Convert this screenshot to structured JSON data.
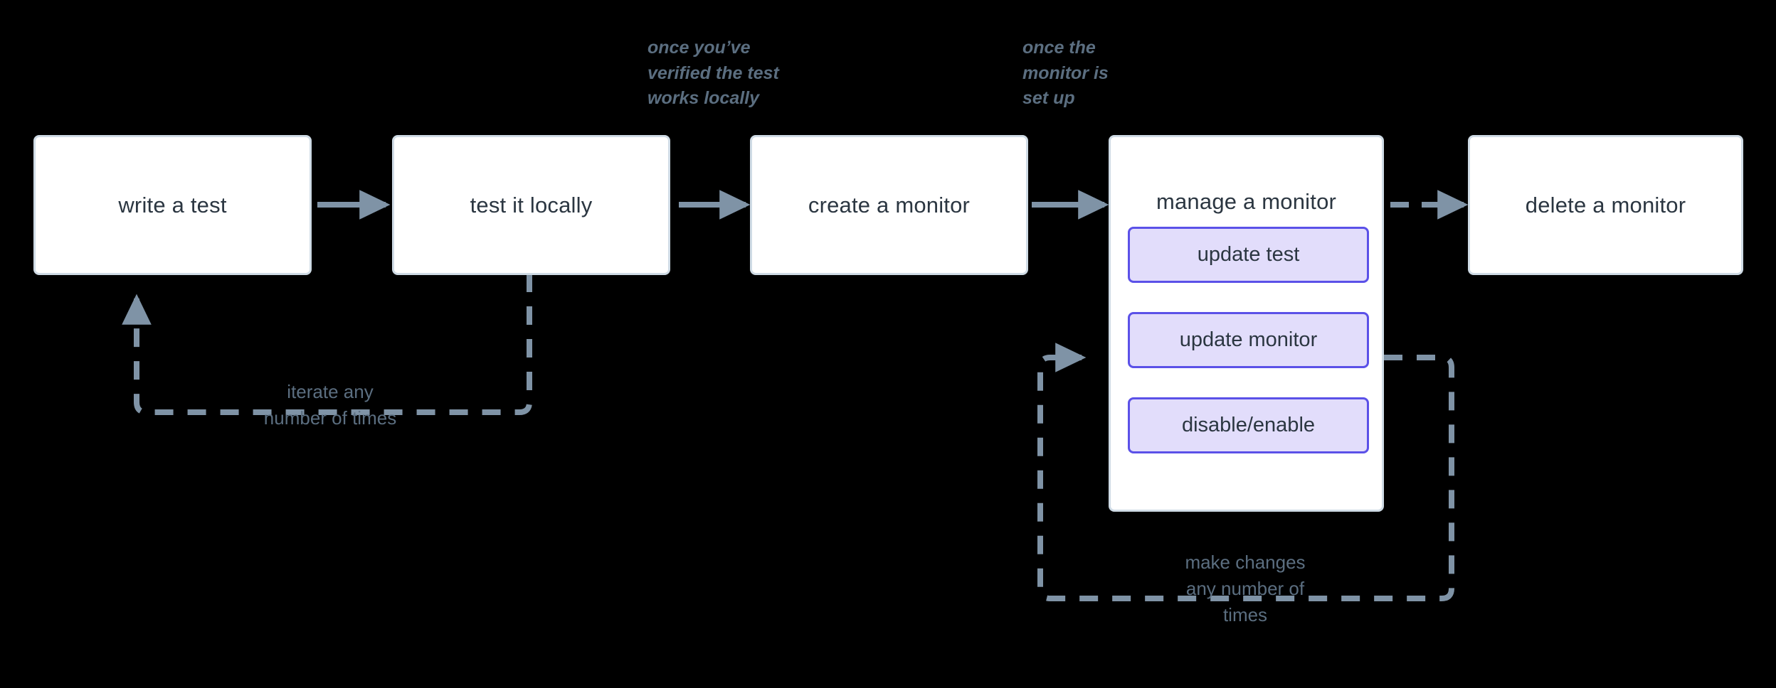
{
  "diagram": {
    "title": "monitor lifecycle flow",
    "colors": {
      "background": "#000000",
      "node_fill": "#ffffff",
      "node_border": "#cfdbe5",
      "node_text": "#2b3641",
      "subnode_fill": "#e2ddfb",
      "subnode_border": "#5b51e8",
      "connector": "#7f93a6",
      "annotation_text": "#5b6e80"
    },
    "nodes": [
      {
        "id": "write-a-test",
        "label": "write a test"
      },
      {
        "id": "test-it-locally",
        "label": "test it locally"
      },
      {
        "id": "create-a-monitor",
        "label": "create a monitor"
      },
      {
        "id": "manage-a-monitor",
        "label": "manage a monitor"
      },
      {
        "id": "delete-a-monitor",
        "label": "delete a monitor"
      }
    ],
    "subnodes": [
      {
        "id": "update-test",
        "label": "update test"
      },
      {
        "id": "update-monitor",
        "label": "update monitor"
      },
      {
        "id": "disable-enable",
        "label": "disable/enable"
      }
    ],
    "annotations": [
      {
        "id": "once-verified",
        "text": "once you’ve\nverified the test\nworks locally",
        "style": "italic"
      },
      {
        "id": "once-set-up",
        "text": "once the\nmonitor is\nset up",
        "style": "italic"
      },
      {
        "id": "iterate-loop",
        "text": "iterate any\nnumber of times",
        "style": "plain"
      },
      {
        "id": "make-changes-loop",
        "text": "make changes\nany number of\ntimes",
        "style": "plain"
      }
    ],
    "edges": [
      {
        "id": "write-to-test",
        "from": "write-a-test",
        "to": "test-it-locally",
        "style": "solid"
      },
      {
        "id": "test-to-create",
        "from": "test-it-locally",
        "to": "create-a-monitor",
        "style": "solid"
      },
      {
        "id": "create-to-manage",
        "from": "create-a-monitor",
        "to": "manage-a-monitor",
        "style": "solid"
      },
      {
        "id": "manage-to-delete",
        "from": "manage-a-monitor",
        "to": "delete-a-monitor",
        "style": "dashed"
      },
      {
        "id": "test-back-to-write",
        "from": "test-it-locally",
        "to": "write-a-test",
        "style": "dashed"
      },
      {
        "id": "manage-back-to-manage",
        "from": "manage-a-monitor",
        "to": "update-monitor",
        "style": "dashed"
      }
    ]
  }
}
